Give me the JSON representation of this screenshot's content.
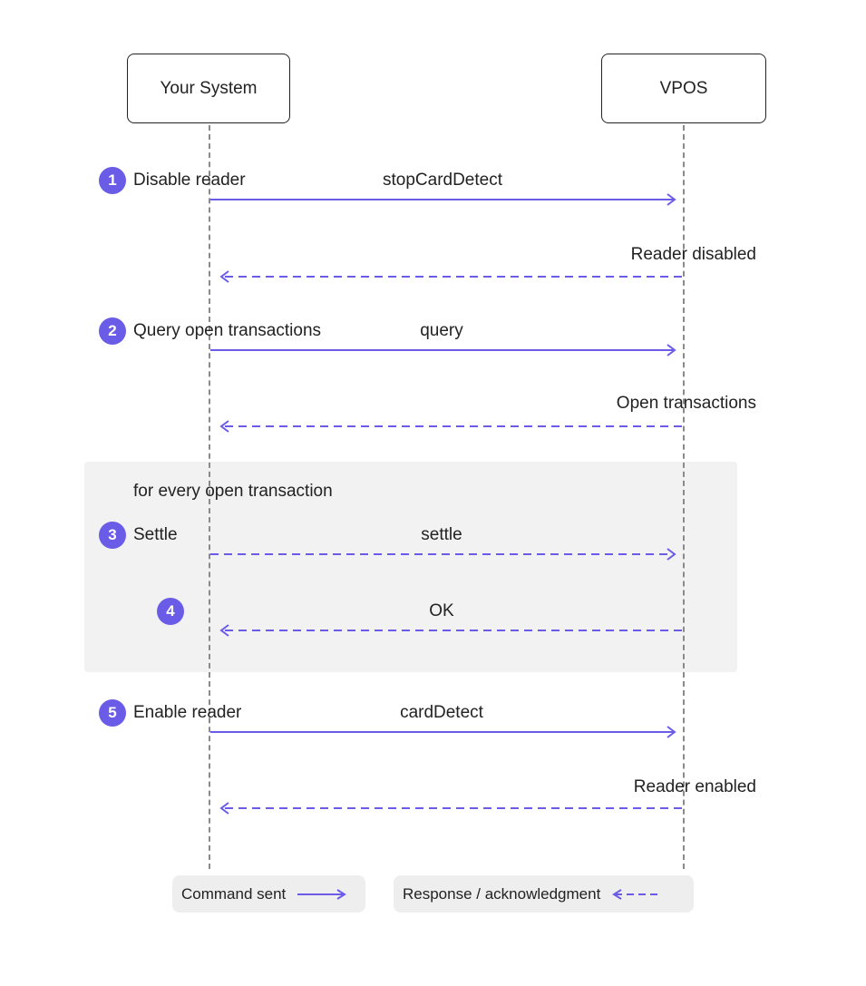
{
  "colors": {
    "accent": "#6b5ce7",
    "lifeline": "#8a8a8a",
    "loop_bg": "#f2f2f2",
    "legend_bg": "#eeeeee"
  },
  "actors": {
    "system": "Your System",
    "vpos": "VPOS"
  },
  "loop_label": "for every open transaction",
  "steps": [
    {
      "number": "1",
      "label": "Disable reader"
    },
    {
      "number": "2",
      "label": "Query open transactions"
    },
    {
      "number": "3",
      "label": "Settle"
    },
    {
      "number": "4",
      "label": ""
    },
    {
      "number": "5",
      "label": "Enable reader"
    }
  ],
  "messages": [
    {
      "text": "stopCardDetect",
      "direction": "to-vpos",
      "style": "solid"
    },
    {
      "text": "Reader disabled",
      "direction": "to-system",
      "style": "dashed"
    },
    {
      "text": "query",
      "direction": "to-vpos",
      "style": "solid"
    },
    {
      "text": "Open transactions",
      "direction": "to-system",
      "style": "dashed"
    },
    {
      "text": "settle",
      "direction": "to-vpos",
      "style": "dashed"
    },
    {
      "text": "OK",
      "direction": "to-system",
      "style": "dashed"
    },
    {
      "text": "cardDetect",
      "direction": "to-vpos",
      "style": "solid"
    },
    {
      "text": "Reader enabled",
      "direction": "to-system",
      "style": "dashed"
    }
  ],
  "legend": {
    "command": "Command sent",
    "response": "Response / acknowledgment"
  }
}
